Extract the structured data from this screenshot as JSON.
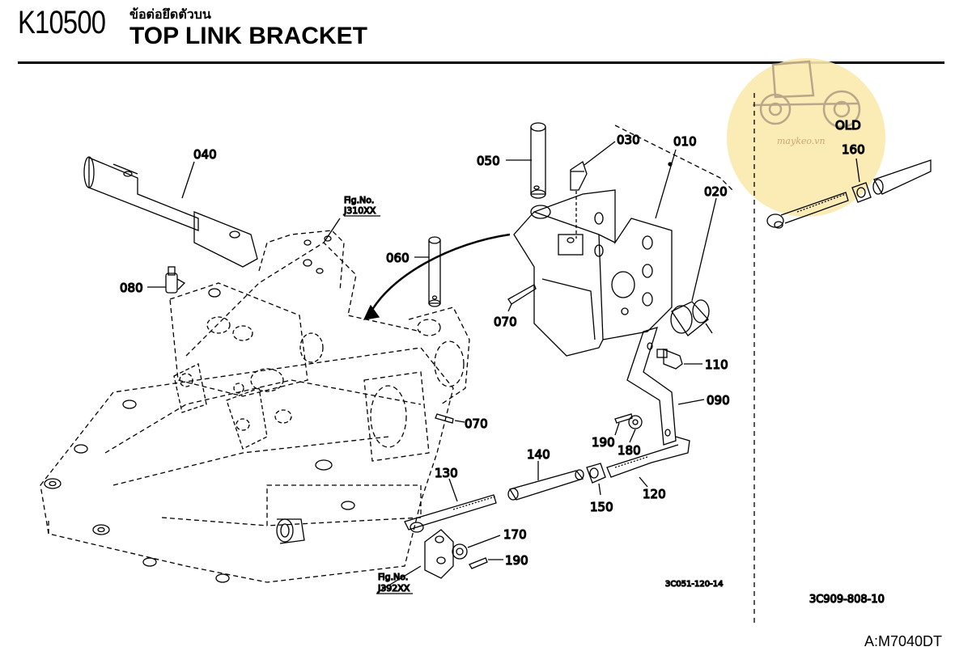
{
  "header": {
    "part_code": "K10500",
    "thai_title": "ข้อต่อยึดตัวบน",
    "english_title": "TOP LINK BRACKET"
  },
  "callouts": {
    "c010": "010",
    "c020": "020",
    "c030": "030",
    "c040": "040",
    "c050": "050",
    "c060": "060",
    "c070a": "070",
    "c070b": "070",
    "c080": "080",
    "c090": "090",
    "c110": "110",
    "c120": "120",
    "c130": "130",
    "c140": "140",
    "c150": "150",
    "c160": "160",
    "c170": "170",
    "c180": "180",
    "c190a": "190",
    "c190b": "190"
  },
  "refs": {
    "fig_label_1": "Fig.No.",
    "fig_num_1": "J310XX",
    "fig_label_2": "Fig.No.",
    "fig_num_2": "J392XX"
  },
  "drawing_codes": {
    "main": "3C051-120-14",
    "inset": "3C909-808-10",
    "inset_label": "OLD"
  },
  "watermark": {
    "text": "maykeo.vn",
    "color": "#fbe9ad"
  },
  "footer": {
    "model_code": "A:M7040DT"
  }
}
